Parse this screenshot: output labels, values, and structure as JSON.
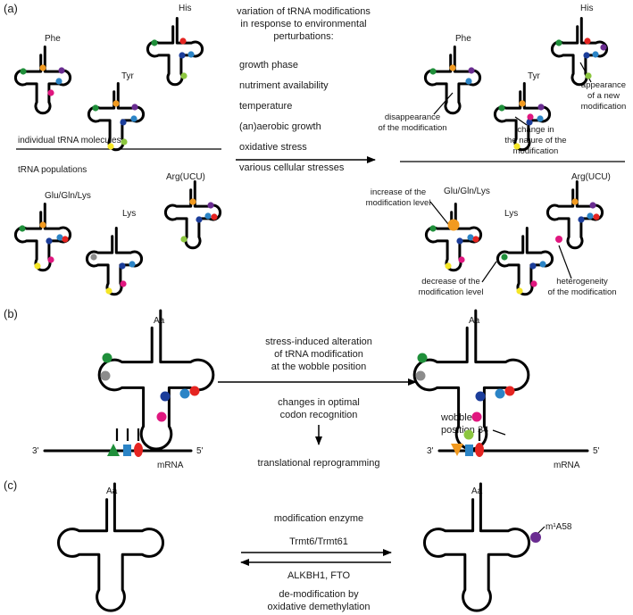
{
  "panels": {
    "a": {
      "label": "(a)",
      "center_title": [
        "variation of tRNA modifications",
        "in response to environmental",
        "perturbations:"
      ],
      "conditions": [
        "growth phase",
        "nutriment availability",
        "temperature",
        "(an)aerobic growth",
        "oxidative stress",
        "various cellular stresses"
      ],
      "left_top_trnas": [
        "Phe",
        "Tyr",
        "His"
      ],
      "individual_label": "individual tRNA molecules",
      "population_label": "tRNA populations",
      "left_bottom_trnas": [
        "Glu/Gln/Lys",
        "Lys",
        "Arg(UCU)"
      ],
      "right_top_trnas": [
        "Phe",
        "Tyr",
        "His"
      ],
      "right_bottom_trnas": [
        "Glu/Gln/Lys",
        "Lys",
        "Arg(UCU)"
      ],
      "annotations": {
        "appearance": [
          "appearance",
          "of a new",
          "modification"
        ],
        "disappearance": [
          "disappearance",
          "of the modification"
        ],
        "nature_change": [
          "change in",
          "the nature of the",
          "modification"
        ],
        "increase": [
          "increase of the",
          "modification level"
        ],
        "decrease": [
          "decrease of the",
          "modification level"
        ],
        "heterogeneity": [
          "heterogeneity",
          "of the modification"
        ]
      }
    },
    "b": {
      "label": "(b)",
      "aa": "Aa",
      "top_text": [
        "stress-induced alteration",
        "of tRNA modification",
        "at the wobble position"
      ],
      "middle_text": [
        "changes in optimal",
        "codon recognition"
      ],
      "bottom_text": "translational reprogramming",
      "three_prime": "3'",
      "five_prime": "5'",
      "mrna": "mRNA",
      "wobble": [
        "wobble",
        "position 34"
      ]
    },
    "c": {
      "label": "(c)",
      "aa": "Aa",
      "enzyme_title": "modification enzyme",
      "enzyme_name": "Trmt6/Trmt61",
      "demod_name": "ALKBH1, FTO",
      "demod_text": [
        "de-modification by",
        "oxidative demethylation"
      ],
      "mod_label": "m¹A58"
    }
  },
  "colors": {
    "green": "#1f8f3a",
    "orange": "#f29a1f",
    "red": "#e52421",
    "purple": "#6a2c91",
    "blue": "#1b3d9a",
    "lightblue": "#2b84c6",
    "magenta": "#e0177f",
    "lime": "#8cc63f",
    "yellow": "#f5e626",
    "grey": "#8c8c8c"
  }
}
